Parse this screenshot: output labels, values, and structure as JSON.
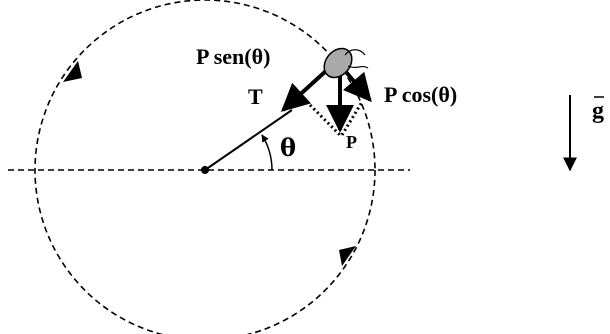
{
  "diagram": {
    "labels": {
      "tension": "T",
      "weight": "P",
      "weight_tangential": "P sen(θ)",
      "weight_radial": "P cos(θ)",
      "angle": "θ",
      "gravity": "g"
    }
  },
  "colors": {
    "stroke": "#000000",
    "body_fill": "#a9a9a9",
    "background": "#ffffff"
  }
}
